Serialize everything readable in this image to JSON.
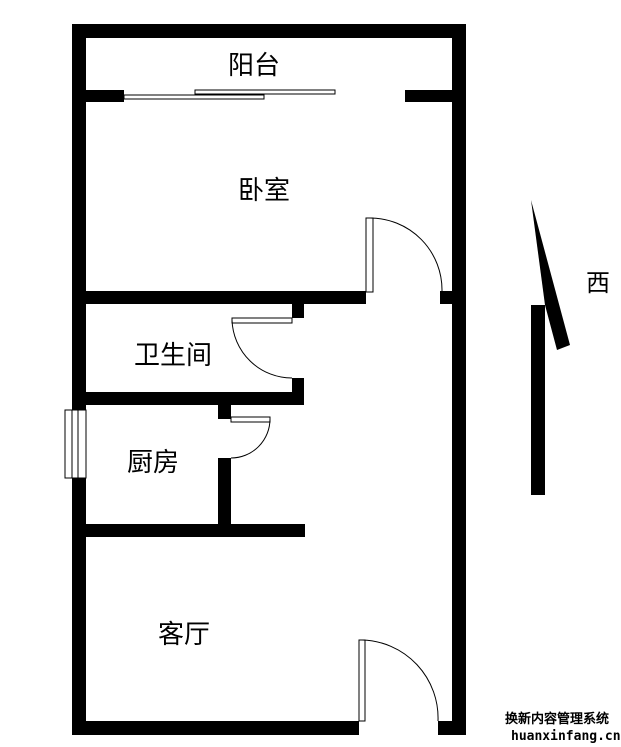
{
  "rooms": {
    "balcony": "阳台",
    "bedroom": "卧室",
    "bathroom": "卫生间",
    "kitchen": "厨房",
    "living_room": "客厅"
  },
  "compass": {
    "direction_label": "西",
    "icon": "north-arrow-icon"
  },
  "watermark": {
    "line1": "换新内容管理系统",
    "line2": "huanxinfang.cn"
  },
  "colors": {
    "wall": "#000000",
    "background": "#ffffff",
    "door_line": "#000000"
  }
}
